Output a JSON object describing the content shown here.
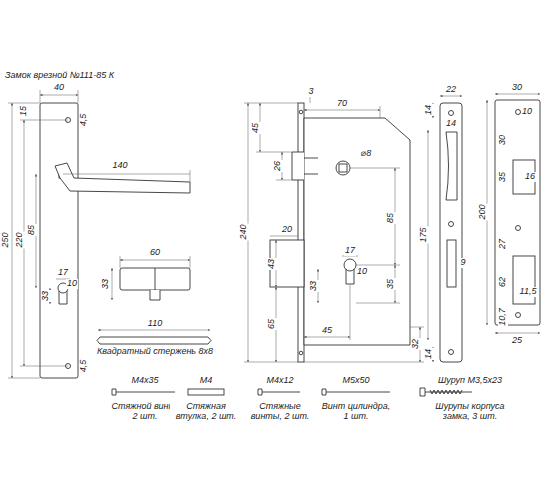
{
  "diagram": {
    "title": "Замок врезной №111-85 К",
    "labels": [
      "40",
      "15",
      "4,5",
      "140",
      "250",
      "220",
      "85",
      "17",
      "33",
      "10",
      "4,5",
      "60",
      "33",
      "110",
      "Квадратный стержень 8х8",
      "3",
      "45",
      "70",
      "26",
      "⌀8",
      "240",
      "175",
      "20",
      "85",
      "43",
      "17",
      "33",
      "10",
      "35",
      "65",
      "45",
      "32",
      "22",
      "14",
      "14",
      "9",
      "14",
      "30",
      "10",
      "30",
      "16",
      "35",
      "200",
      "27",
      "62",
      "11,5",
      "10,7",
      "25",
      "М4х35",
      "Стяжной винт, 2 шт.",
      "М4",
      "Стяжная втулка, 2 шт.",
      "М4х12",
      "Стяжные винты, 2 шт.",
      "М5х50",
      "Винт цилиндра, 1 шт.",
      "Шуруп М3,5х23",
      "Шурупы корпуса замка, 3 шт."
    ]
  }
}
